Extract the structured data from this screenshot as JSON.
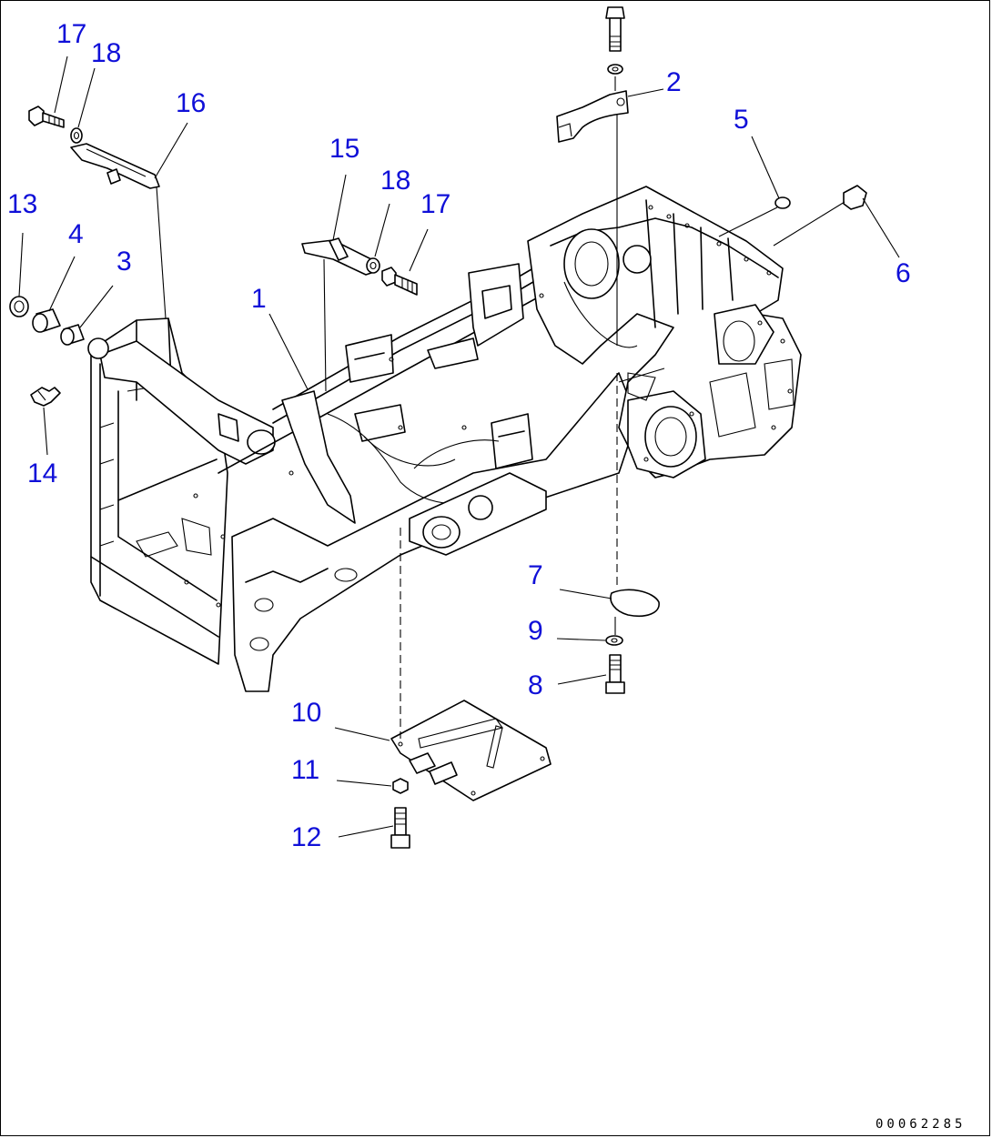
{
  "diagram": {
    "reference_code": "00062285",
    "callouts": [
      {
        "id": "c17a",
        "text": "17"
      },
      {
        "id": "c18a",
        "text": "18"
      },
      {
        "id": "c16",
        "text": "16"
      },
      {
        "id": "c13",
        "text": "13"
      },
      {
        "id": "c4",
        "text": "4"
      },
      {
        "id": "c3",
        "text": "3"
      },
      {
        "id": "c14",
        "text": "14"
      },
      {
        "id": "c1",
        "text": "1"
      },
      {
        "id": "c15",
        "text": "15"
      },
      {
        "id": "c18b",
        "text": "18"
      },
      {
        "id": "c17b",
        "text": "17"
      },
      {
        "id": "c2",
        "text": "2"
      },
      {
        "id": "c5",
        "text": "5"
      },
      {
        "id": "c6",
        "text": "6"
      },
      {
        "id": "c7",
        "text": "7"
      },
      {
        "id": "c9",
        "text": "9"
      },
      {
        "id": "c8",
        "text": "8"
      },
      {
        "id": "c10",
        "text": "10"
      },
      {
        "id": "c11",
        "text": "11"
      },
      {
        "id": "c12",
        "text": "12"
      }
    ],
    "colors": {
      "callout": "#1010d8",
      "line": "#000000",
      "background": "#ffffff"
    }
  }
}
